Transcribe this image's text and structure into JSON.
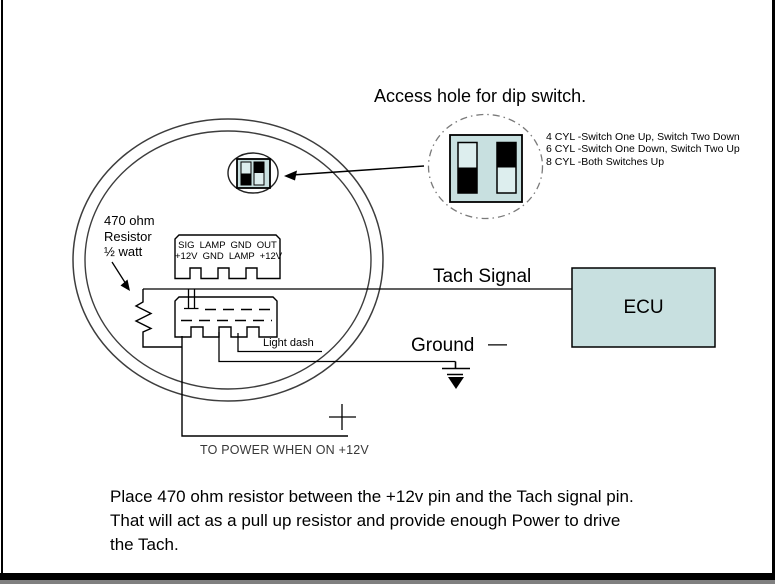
{
  "diagram": {
    "access_title": "Access hole for dip switch.",
    "switch_settings": [
      "4 CYL -Switch One Up, Switch Two Down",
      "6 CYL -Switch One Down, Switch Two Up",
      "8 CYL -Both Switches Up"
    ],
    "resistor_note": [
      "470 ohm",
      "Resistor",
      "½ watt"
    ],
    "pinout": {
      "row1": "SIG LAMP GND OUT",
      "row2": "+12V GND LAMP +12V"
    },
    "tach_signal_label": "Tach Signal",
    "ecu_label": "ECU",
    "ground_label": "Ground",
    "ground_dash": "—",
    "light_dash_label": "Light dash",
    "power_note": "TO POWER WHEN ON +12V",
    "footnote": [
      "Place 470 ohm resistor between the +12v pin and the Tach signal pin.",
      "That will act as a pull up resistor and provide enough Power to drive",
      "the Tach."
    ]
  },
  "colors": {
    "panel_fill": "#c8e0e0",
    "switch_light_fill": "#ddeeee",
    "line": "#000000",
    "gauge_stroke": "#3d3d3d",
    "dashed_circle": "#7a7a7a",
    "bottom_strip": "#808080"
  }
}
